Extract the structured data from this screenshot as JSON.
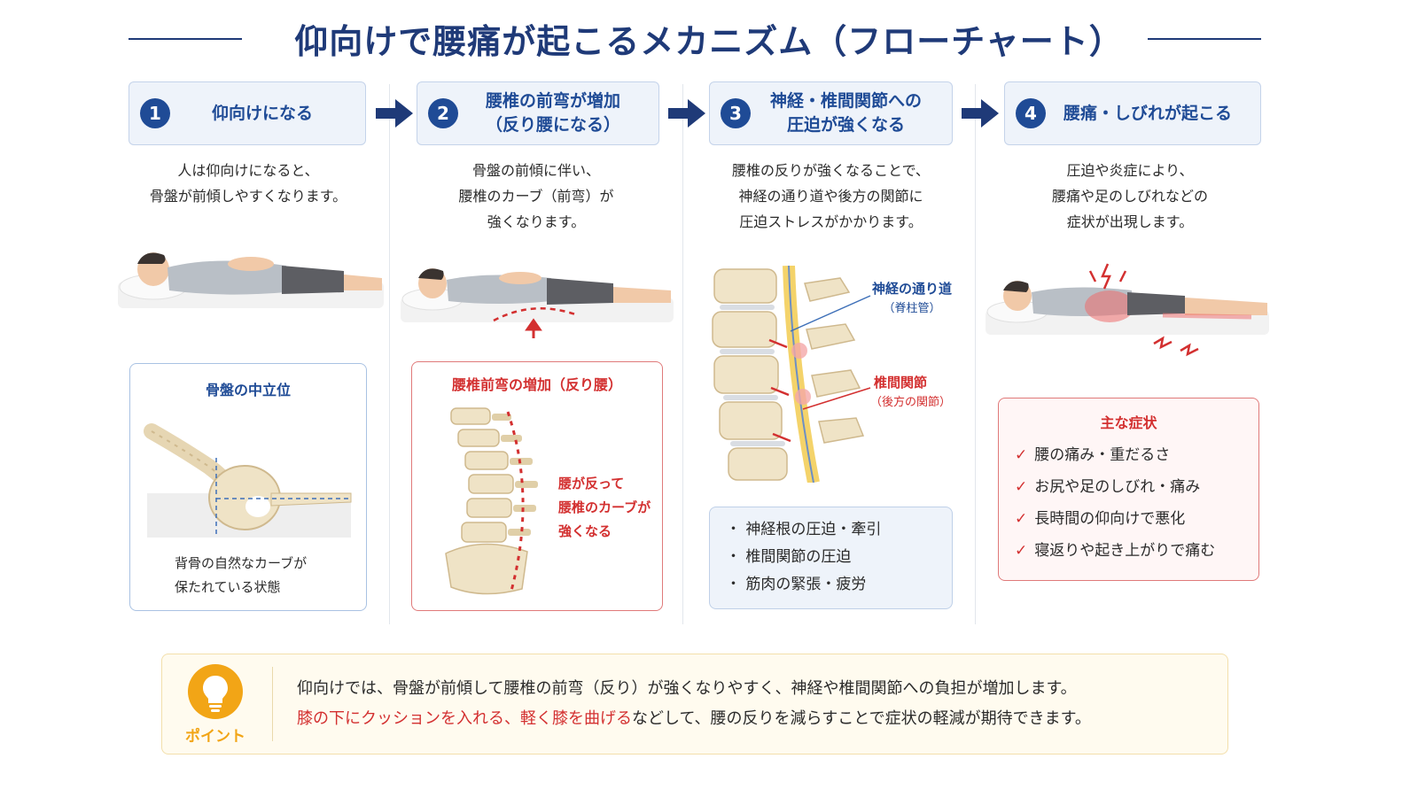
{
  "title": "仰向けで腰痛が起こるメカニズム（フローチャート）",
  "steps": [
    {
      "number": "1",
      "label": "仰向けになる",
      "description": [
        "人は仰向けになると、",
        "骨盤が前傾しやすくなります。"
      ],
      "card": {
        "title": "骨盤の中立位",
        "caption": [
          "背骨の自然なカーブが",
          "保たれている状態"
        ]
      }
    },
    {
      "number": "2",
      "label": [
        "腰椎の前弯が増加",
        "（反り腰になる）"
      ],
      "description": [
        "骨盤の前傾に伴い、",
        "腰椎のカーブ（前弯）が",
        "強くなります。"
      ],
      "card": {
        "title": "腰椎前弯の増加（反り腰）",
        "annotation": [
          "腰が反って",
          "腰椎のカーブが",
          "強くなる"
        ]
      }
    },
    {
      "number": "3",
      "label": [
        "神経・椎間関節への",
        "圧迫が強くなる"
      ],
      "description": [
        "腰椎の反りが強くなることで、",
        "神経の通り道や後方の関節に",
        "圧迫ストレスがかかります。"
      ],
      "callouts": {
        "nerve": {
          "title": "神経の通り道",
          "sub": "（脊柱管）"
        },
        "facet": {
          "title": "椎間関節",
          "sub": "（後方の関節）"
        }
      },
      "bullets": [
        "・ 神経根の圧迫・牽引",
        "・ 椎間関節の圧迫",
        "・ 筋肉の緊張・疲労"
      ]
    },
    {
      "number": "4",
      "label": "腰痛・しびれが起こる",
      "description": [
        "圧迫や炎症により、",
        "腰痛や足のしびれなどの",
        "症状が出現します。"
      ],
      "symptoms": {
        "title": "主な症状",
        "items": [
          "腰の痛み・重だるさ",
          "お尻や足のしびれ・痛み",
          "長時間の仰向けで悪化",
          "寝返りや起き上がりで痛む"
        ]
      }
    }
  ],
  "point": {
    "label": "ポイント",
    "line1": "仰向けでは、骨盤が前傾して腰椎の前弯（反り）が強くなりやすく、神経や椎間関節への負担が増加します。",
    "line2_highlight": "膝の下にクッションを入れる、軽く膝を曲げる",
    "line2_rest": "などして、腰の反りを減らすことで症状の軽減が期待できます。"
  },
  "colors": {
    "navy": "#1f3a78",
    "step_blue": "#1f4b96",
    "accent_red": "#d33030",
    "point_orange": "#f2a516"
  }
}
